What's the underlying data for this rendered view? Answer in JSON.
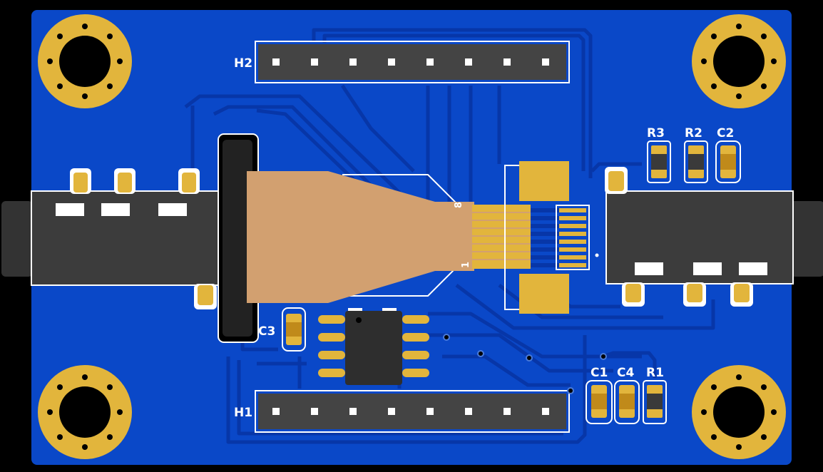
{
  "colors": {
    "background": "#000000",
    "board": "#0a48c8",
    "trace": "#0736a8",
    "copper": "#e2b53c",
    "flex": "#d2a070",
    "silkscreen": "#ffffff",
    "header_body": "#444444",
    "connector_body": "#3c3c3c"
  },
  "headers": {
    "h2": {
      "ref": "H2"
    },
    "h1": {
      "ref": "H1"
    }
  },
  "components": {
    "r3": {
      "ref": "R3"
    },
    "r2": {
      "ref": "R2"
    },
    "c2": {
      "ref": "C2"
    },
    "c3": {
      "ref": "C3"
    },
    "c1": {
      "ref": "C1"
    },
    "c4": {
      "ref": "C4"
    },
    "r1": {
      "ref": "R1"
    }
  },
  "flex_cable": {
    "pin_first": "1",
    "pin_last": "8"
  },
  "icons": {
    "mounting_hole": "mounting-hole-icon",
    "ic": "soic8-chip-icon",
    "jack": "audio-jack-icon"
  }
}
